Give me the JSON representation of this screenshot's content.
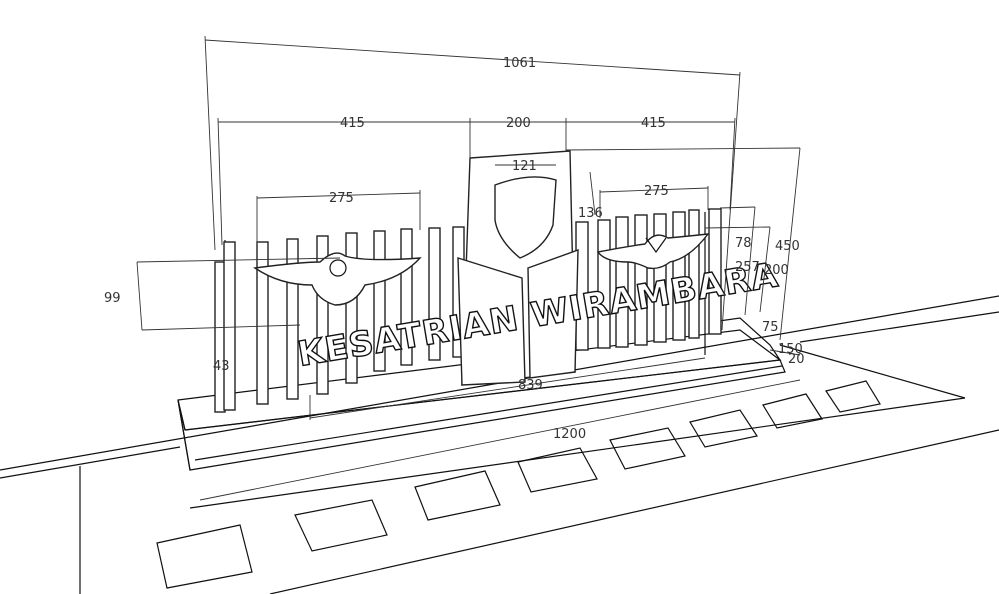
{
  "sign_text": "KESATRIAN WIRAMBARA",
  "dimensions": {
    "total_width": "1061",
    "left_section": "415",
    "center_section": "200",
    "right_section": "415",
    "shield_width": "121",
    "left_emblem_width": "275",
    "right_emblem_width": "275",
    "center_offset": "136",
    "emblem_height_right": "78",
    "total_height": "450",
    "slat_height": "257",
    "panel_height": "200",
    "left_emblem_height": "99",
    "base_height": "75",
    "base_depth": "150",
    "base_step": "20",
    "text_offset": "43",
    "text_width": "839",
    "base_width": "1200"
  },
  "colors": {
    "line": "#111111",
    "background": "#ffffff"
  }
}
